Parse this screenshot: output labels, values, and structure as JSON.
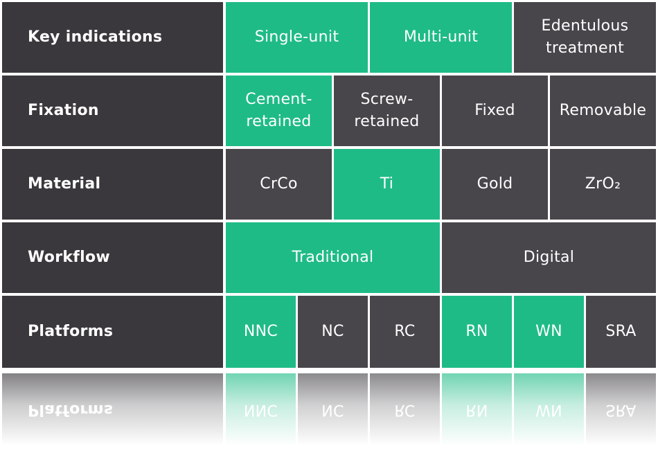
{
  "colors": {
    "dark": "#3a383c",
    "medium": "#48464a",
    "accent_green": "#1fbb86",
    "text": "#ffffff"
  },
  "rows": [
    {
      "label": "Key indications",
      "options": [
        "Single-unit",
        "Multi-unit",
        "Edentulous treatment"
      ],
      "highlighted": [
        "Single-unit",
        "Multi-unit"
      ]
    },
    {
      "label": "Fixation",
      "options": [
        "Cement-retained",
        "Screw-retained",
        "Fixed",
        "Removable"
      ],
      "highlighted": [
        "Cement-retained"
      ]
    },
    {
      "label": "Material",
      "options": [
        "CrCo",
        "Ti",
        "Gold",
        "ZrO₂"
      ],
      "highlighted": [
        "Ti"
      ]
    },
    {
      "label": "Workflow",
      "options": [
        "Traditional",
        "Digital"
      ],
      "highlighted": [
        "Traditional"
      ]
    },
    {
      "label": "Platforms",
      "options": [
        "NNC",
        "NC",
        "RC",
        "RN",
        "WN",
        "SRA"
      ],
      "highlighted": [
        "NNC",
        "RN",
        "WN"
      ]
    }
  ],
  "display_text": {
    "key_indications": {
      "label": "Key indications",
      "single_unit": "Single-unit",
      "multi_unit": "Multi-unit",
      "edentulous_line1": "Edentulous",
      "edentulous_line2": "treatment"
    },
    "fixation": {
      "label": "Fixation",
      "cement_line1": "Cement-",
      "cement_line2": "retained",
      "screw_line1": "Screw-",
      "screw_line2": "retained",
      "fixed": "Fixed",
      "removable": "Removable"
    },
    "material": {
      "label": "Material",
      "crco": "CrCo",
      "ti": "Ti",
      "gold": "Gold",
      "zro2": "ZrO₂"
    },
    "workflow": {
      "label": "Workflow",
      "traditional": "Traditional",
      "digital": "Digital"
    },
    "platforms": {
      "label": "Platforms",
      "nnc": "NNC",
      "nc": "NC",
      "rc": "RC",
      "rn": "RN",
      "wn": "WN",
      "sra": "SRA"
    }
  }
}
